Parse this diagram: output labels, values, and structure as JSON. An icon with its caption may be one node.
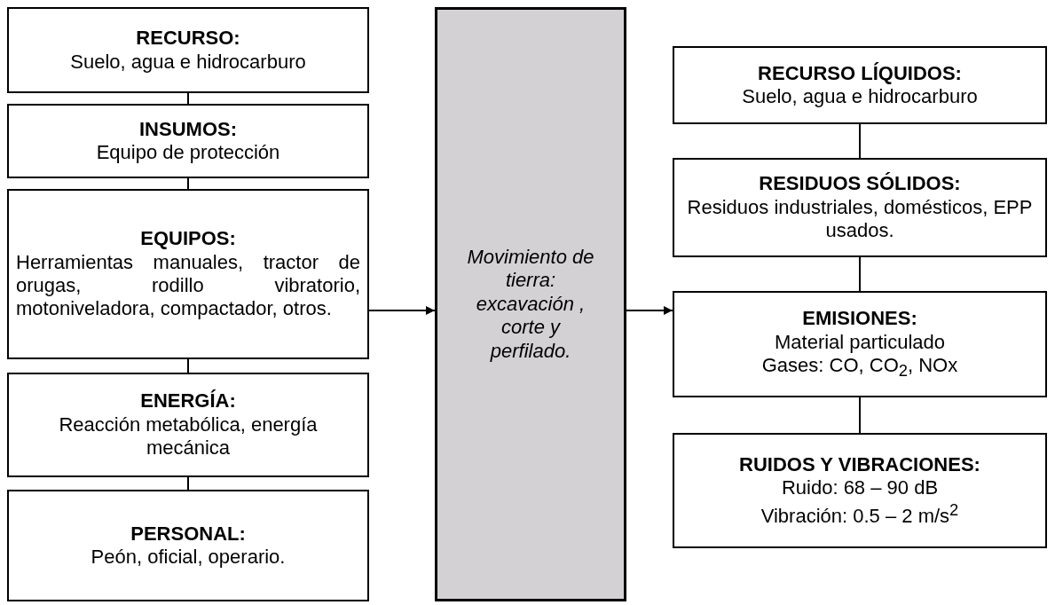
{
  "diagram": {
    "nodes": [
      {
        "text": [
          "RECURSO:",
          "Suelo, agua e hidrocarburo"
        ]
      },
      {
        "text": [
          "INSUMOS:",
          "Equipo de protección"
        ]
      },
      {
        "text": [
          "EQUIPOS:",
          "Herramientas manuales, tractor de orugas, rodillo vibratorio, motoniveladora, compactador, otros."
        ]
      },
      {
        "text": [
          "ENERGÍA:",
          "Reacción metabólica, energía mecánica"
        ]
      },
      {
        "text": [
          "PERSONAL:",
          "Peón, oficial, operario."
        ]
      },
      {
        "text": [
          "Movimiento de tierra: excavación , corte y perfilado."
        ]
      },
      {
        "text": [
          "RECURSO LÍQUIDOS:",
          "Suelo, agua e hidrocarburo"
        ]
      },
      {
        "text": [
          "RESIDUOS SÓLIDOS:",
          "Residuos industriales, domésticos, EPP usados."
        ]
      },
      {
        "text": [
          "**EMISIONES**:",
          "Material particulado Gases: CO, CO$_{2}$, NOx"
        ]
      },
      {
        "text": [
          "RUIDOS Y VIBRACIONES:",
          "Ruido: 68 – 90 dB Vibración: 0.5 – 2 m/s$^{2}$"
        ]
      }
    ],
    "edges": [
      {
        "from": 0,
        "to": 1,
        "arrow": "none"
      },
      {
        "from": 1,
        "to": 2,
        "arrow": "none"
      },
      {
        "from": 2,
        "to": 3,
        "arrow": "none"
      },
      {
        "from": 3,
        "to": 4,
        "arrow": "none"
      },
      {
        "from": 2,
        "to": 5,
        "arrow": "to"
      },
      {
        "from": 5,
        "to": 8,
        "arrow": "to"
      },
      {
        "from": 6,
        "to": 7,
        "arrow": "none"
      },
      {
        "from": 7,
        "to": 8,
        "arrow": "none"
      },
      {
        "from": 8,
        "to": 9,
        "arrow": "none"
      }
    ]
  }
}
